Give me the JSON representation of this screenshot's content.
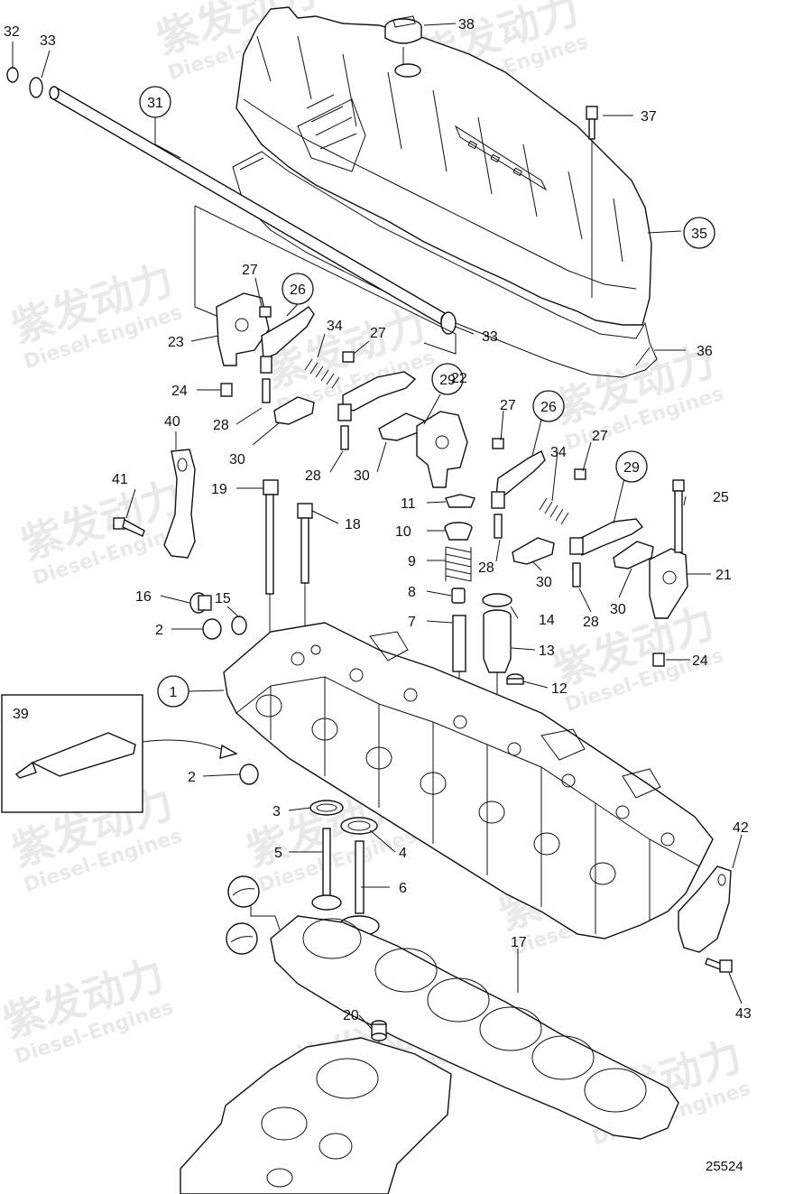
{
  "diagram": {
    "drawing_number": "25524",
    "watermark": {
      "brand_cn": "紫发动力",
      "brand_en": "Diesel-Engines"
    },
    "callouts": {
      "c1": "1",
      "c2": "2",
      "c3": "3",
      "c4": "4",
      "c5": "5",
      "c6": "6",
      "c7": "7",
      "c8": "8",
      "c9": "9",
      "c10": "10",
      "c11": "11",
      "c12": "12",
      "c13": "13",
      "c14": "14",
      "c15": "15",
      "c16": "16",
      "c17": "17",
      "c18": "18",
      "c19": "19",
      "c20": "20",
      "c21": "21",
      "c22": "22",
      "c23": "23",
      "c24": "24",
      "c25": "25",
      "c26": "26",
      "c27": "27",
      "c28": "28",
      "c29": "29",
      "c30": "30",
      "c31": "31",
      "c32": "32",
      "c33": "33",
      "c34": "34",
      "c35": "35",
      "c36": "36",
      "c37": "37",
      "c38": "38",
      "c39": "39",
      "c40": "40",
      "c41": "41",
      "c42": "42",
      "c43": "43"
    }
  }
}
